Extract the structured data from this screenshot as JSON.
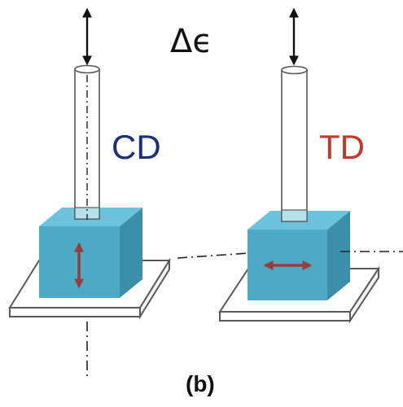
{
  "annotations": {
    "strain": "Δϵ",
    "left_label": "CD",
    "right_label": "TD",
    "caption": "(b)"
  },
  "colors": {
    "cd_label": "#1c2f7a",
    "td_label": "#c0392b",
    "cube_front": "#4ea9c5",
    "cube_top": "#6dc3db",
    "cube_side": "#3b8fa8",
    "arrow": "#9b3c3c",
    "rod_fill": "#ffffff",
    "rod_immersed": "#b6e0ea",
    "outline": "#5a5a5a"
  },
  "icons": {
    "load_arrow": "double-headed-vertical-arrow",
    "cd_arrow": "double-headed-vertical-arrow",
    "td_arrow": "double-headed-horizontal-arrow"
  }
}
